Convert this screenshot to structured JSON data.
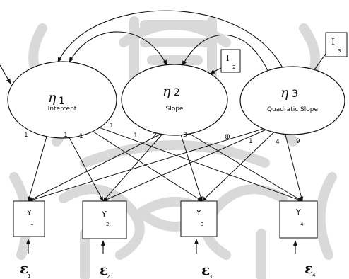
{
  "latents": [
    {
      "id": "eta1",
      "name": "η",
      "num": "1",
      "label": "Intercept"
    },
    {
      "id": "eta2",
      "name": "η",
      "num": "2",
      "label": "Slope"
    },
    {
      "id": "eta3",
      "name": "η",
      "num": "3",
      "label": "Quadratic Slope"
    }
  ],
  "indicators": [
    {
      "main": "Y",
      "sub": "1"
    },
    {
      "main": "Y",
      "sub": "2"
    },
    {
      "main": "Y",
      "sub": "3"
    },
    {
      "main": "Y",
      "sub": "4"
    }
  ],
  "errors": [
    {
      "main": "ε",
      "sub": "1"
    },
    {
      "main": "ε",
      "sub": "2"
    },
    {
      "main": "ε",
      "sub": "3"
    },
    {
      "main": "ε",
      "sub": "4"
    }
  ],
  "intercept_boxes": [
    {
      "main": "I",
      "sub": "2"
    },
    {
      "main": "I",
      "sub": "3"
    }
  ],
  "loadings": {
    "eta1": [
      "1",
      "1",
      "1",
      "1"
    ],
    "eta2": [
      "0",
      "1",
      "2",
      "3"
    ],
    "eta3": [
      "0",
      "1",
      "4",
      "9"
    ]
  },
  "watermark_color": "#d9d9d9"
}
